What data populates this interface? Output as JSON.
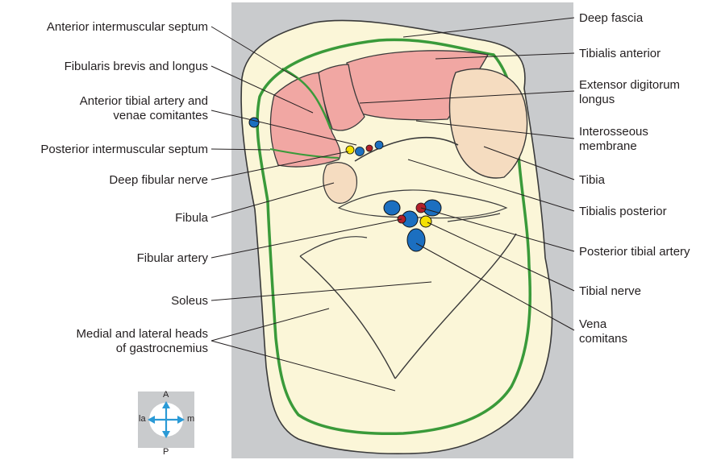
{
  "labels_left": {
    "anterior_intermuscular_septum": "Anterior intermuscular septum",
    "fibularis_brevis_longus": "Fibularis brevis and longus",
    "anterior_tibial_artery_line1": "Anterior tibial artery and",
    "anterior_tibial_artery_line2": "venae comitantes",
    "posterior_intermuscular_septum": "Posterior intermuscular septum",
    "deep_fibular_nerve": "Deep fibular nerve",
    "fibula": "Fibula",
    "fibular_artery": "Fibular artery",
    "soleus": "Soleus",
    "gastrocnemius_line1": "Medial and lateral heads",
    "gastrocnemius_line2": "of gastrocnemius"
  },
  "labels_right": {
    "deep_fascia": "Deep fascia",
    "tibialis_anterior": "Tibialis anterior",
    "extensor_line1": "Extensor digitorum",
    "extensor_line2": "longus",
    "interosseous_line1": "Interosseous",
    "interosseous_line2": "membrane",
    "tibia": "Tibia",
    "tibialis_posterior": "Tibialis posterior",
    "posterior_tibial_artery": "Posterior tibial artery",
    "tibial_nerve": "Tibial nerve",
    "vena_comitans_line1": "Vena",
    "vena_comitans_line2": "comitans"
  },
  "compass": {
    "anterior": "A",
    "posterior": "P",
    "lateral": "la",
    "medial": "m"
  },
  "colors": {
    "background_panel": "#c9cbcd",
    "tissue": "#fbf6d8",
    "muscle_anterior": "#f1a7a3",
    "fascia": "#3a9a3a",
    "bone": "#f5dcc0",
    "vein": "#1c6fc0",
    "artery": "#b3202a",
    "nerve": "#f5e100",
    "leader": "#231f20"
  }
}
